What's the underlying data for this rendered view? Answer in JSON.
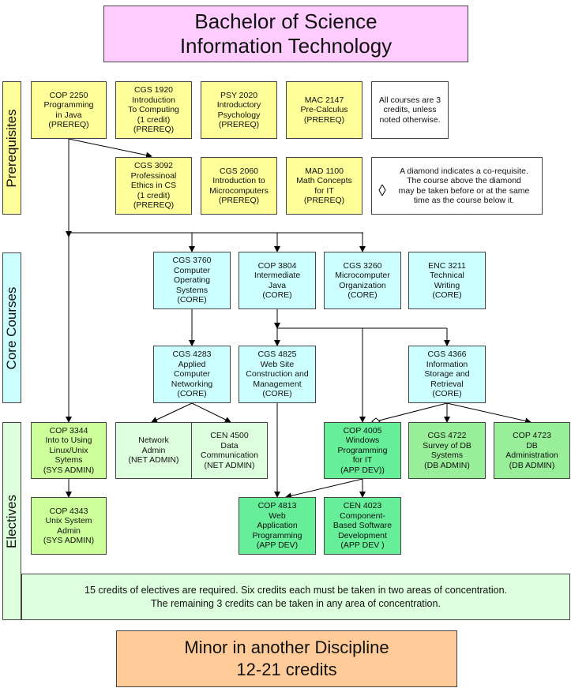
{
  "title": {
    "line1": "Bachelor of Science",
    "line2": "Information Technology"
  },
  "sections": {
    "prereq": "Prerequisites",
    "core": "Core Courses",
    "electives": "Electives"
  },
  "courses": {
    "cop2250": [
      "COP 2250",
      "Programming",
      "in Java",
      "(PREREQ)"
    ],
    "cgs1920": [
      "CGS 1920",
      "Introduction",
      "To Computing",
      "(1 credit)",
      "(PREREQ)"
    ],
    "psy2020": [
      "PSY 2020",
      "Introductory",
      "Psychology",
      "(PREREQ)"
    ],
    "mac2147": [
      "MAC 2147",
      "Pre-Calculus",
      "(PREREQ)"
    ],
    "cgs3092": [
      "CGS 3092",
      "Professinoal",
      "Ethics in CS",
      "(1 credit)",
      "(PREREQ)"
    ],
    "cgs2060": [
      "CGS 2060",
      "Introduction to",
      "Microcomputers",
      "(PREREQ)"
    ],
    "mad1100": [
      "MAD 1100",
      "Math Concepts",
      "for IT",
      "(PREREQ)"
    ],
    "cgs3760": [
      "CGS 3760",
      "Computer",
      "Operating",
      "Systems",
      "(CORE)"
    ],
    "cop3804": [
      "COP 3804",
      "Intermediate",
      "Java",
      "(CORE)"
    ],
    "cgs3260": [
      "CGS 3260",
      "Microcomputer",
      "Organization",
      "(CORE)"
    ],
    "enc3211": [
      "ENC 3211",
      "Technical",
      "Writing",
      "(CORE)"
    ],
    "cgs4283": [
      "CGS 4283",
      "Applied",
      "Computer",
      "Networking",
      "(CORE)"
    ],
    "cgs4825": [
      "CGS 4825",
      "Web Site",
      "Construction and",
      "Management",
      "(CORE)"
    ],
    "cgs4366": [
      "CGS 4366",
      "Information",
      "Storage and",
      "Retrieval",
      "(CORE)"
    ],
    "cop3344": [
      "COP 3344",
      "Into to Using",
      "Linux/Unix",
      "Sytems",
      "(SYS ADMIN)"
    ],
    "netadmin": [
      "Network",
      "Admin",
      "(NET ADMIN)"
    ],
    "cen4500": [
      "CEN 4500",
      "Data",
      "Communication",
      "(NET ADMIN)"
    ],
    "cop4005": [
      "COP 4005",
      "Windows",
      "Programming",
      "for IT",
      "(APP DEV))"
    ],
    "cgs4722": [
      "CGS 4722",
      "Survey of DB",
      "Systems",
      "(DB ADMIN)"
    ],
    "cop4723": [
      "COP 4723",
      "DB",
      "Administration",
      "(DB ADMIN)"
    ],
    "cop4343": [
      "COP 4343",
      "Unix System",
      "Admin",
      "(SYS ADMIN)"
    ],
    "cop4813": [
      "COP 4813",
      "Web",
      "Application",
      "Programming",
      "(APP DEV)"
    ],
    "cen4023": [
      "CEN 4023",
      "Component-",
      "Based Software",
      "Development",
      "(APP DEV )"
    ]
  },
  "notes": {
    "credits": [
      "All courses are 3",
      "credits, unless",
      "noted otherwise."
    ],
    "diamond": [
      "A diamond indicates a co-requisite.",
      "The course above the diamond",
      "may be taken before or at the same",
      "time as the course below it."
    ],
    "electives": [
      "15 credits of electives are required. Six credits each must be taken in two areas of concentration.",
      "The remaining 3 credits can be taken in any area of concentration."
    ]
  },
  "minor": {
    "line1": "Minor in another Discipline",
    "line2": "12-21 credits"
  },
  "colors": {
    "title": "#ffccff",
    "prereq": "#ffff99",
    "core": "#ccffff",
    "sys_admin": "#ccff99",
    "net_admin": "#ddffdd",
    "app_dev": "#66ee99",
    "db_admin": "#99ee99",
    "minor": "#ffcc99"
  },
  "icons": {
    "corequisite": "diamond-icon"
  }
}
